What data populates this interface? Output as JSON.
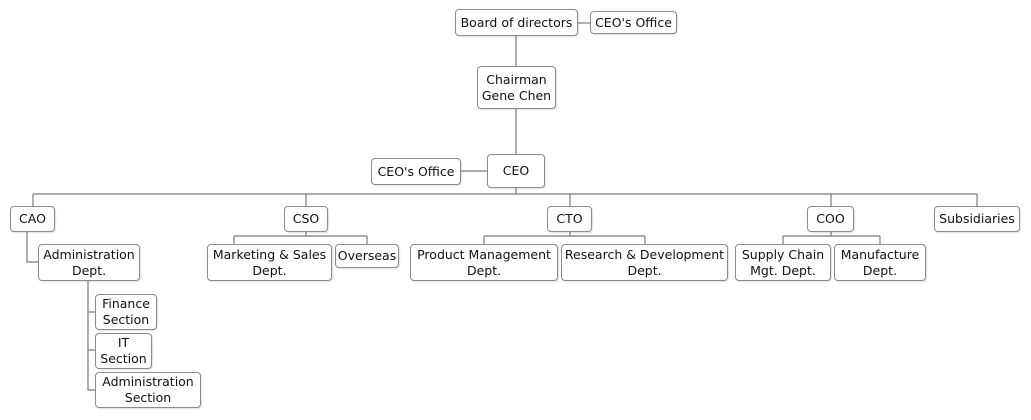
{
  "nodes": {
    "board": "Board of directors",
    "ceo_office_top": "CEO's Office",
    "chairman": "Chairman\nGene Chen",
    "ceo_office_side": "CEO's Office",
    "ceo": "CEO",
    "cao": "CAO",
    "cso": "CSO",
    "cto": "CTO",
    "coo": "COO",
    "subsidiaries": "Subsidiaries",
    "admin_dept": "Administration\nDept.",
    "marketing": "Marketing & Sales\nDept.",
    "overseas": "Overseas",
    "product_mgmt": "Product Management\nDept.",
    "rnd": "Research & Development\nDept.",
    "supply_chain": "Supply  Chain\nMgt. Dept.",
    "manufacture": "Manufacture\nDept.",
    "finance": "Finance\nSection",
    "it": "IT\nSection",
    "admin_section": "Administration\nSection"
  }
}
